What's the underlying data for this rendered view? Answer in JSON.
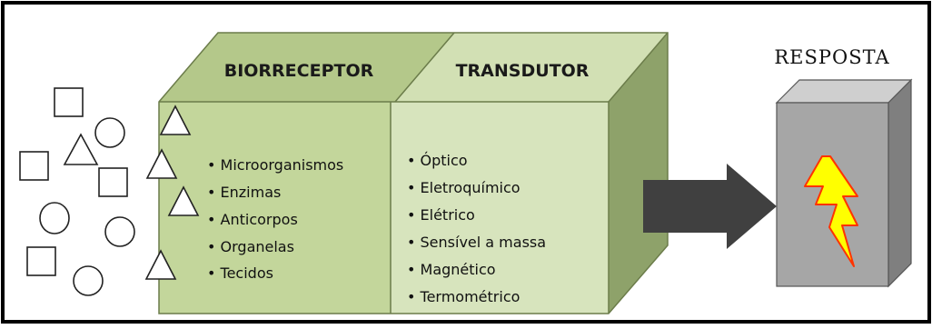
{
  "biorreceptor": {
    "title": "BIORRECEPTOR",
    "items": [
      "• Microorganismos",
      "• Enzimas",
      "• Anticorpos",
      "• Organelas",
      "• Tecidos"
    ]
  },
  "transdutor": {
    "title": "TRANSDUTOR",
    "items": [
      "• Óptico",
      "• Eletroquímico",
      "• Elétrico",
      "• Sensível a massa",
      "• Magnético",
      "• Termométrico"
    ]
  },
  "resposta": {
    "title": "RESPOSTA"
  },
  "colors": {
    "biorreceptor_face": "#c3d69b",
    "transdutor_face": "#d7e4bd",
    "box_top_left": "#b4c88a",
    "box_top_right": "#d2e0b4",
    "box_side": "#8ea26a",
    "arrow": "#404040",
    "device_front": "#a6a6a6",
    "device_side": "#7f7f7f",
    "lightning_fill": "#ffff00",
    "lightning_stroke": "#ff3300"
  }
}
